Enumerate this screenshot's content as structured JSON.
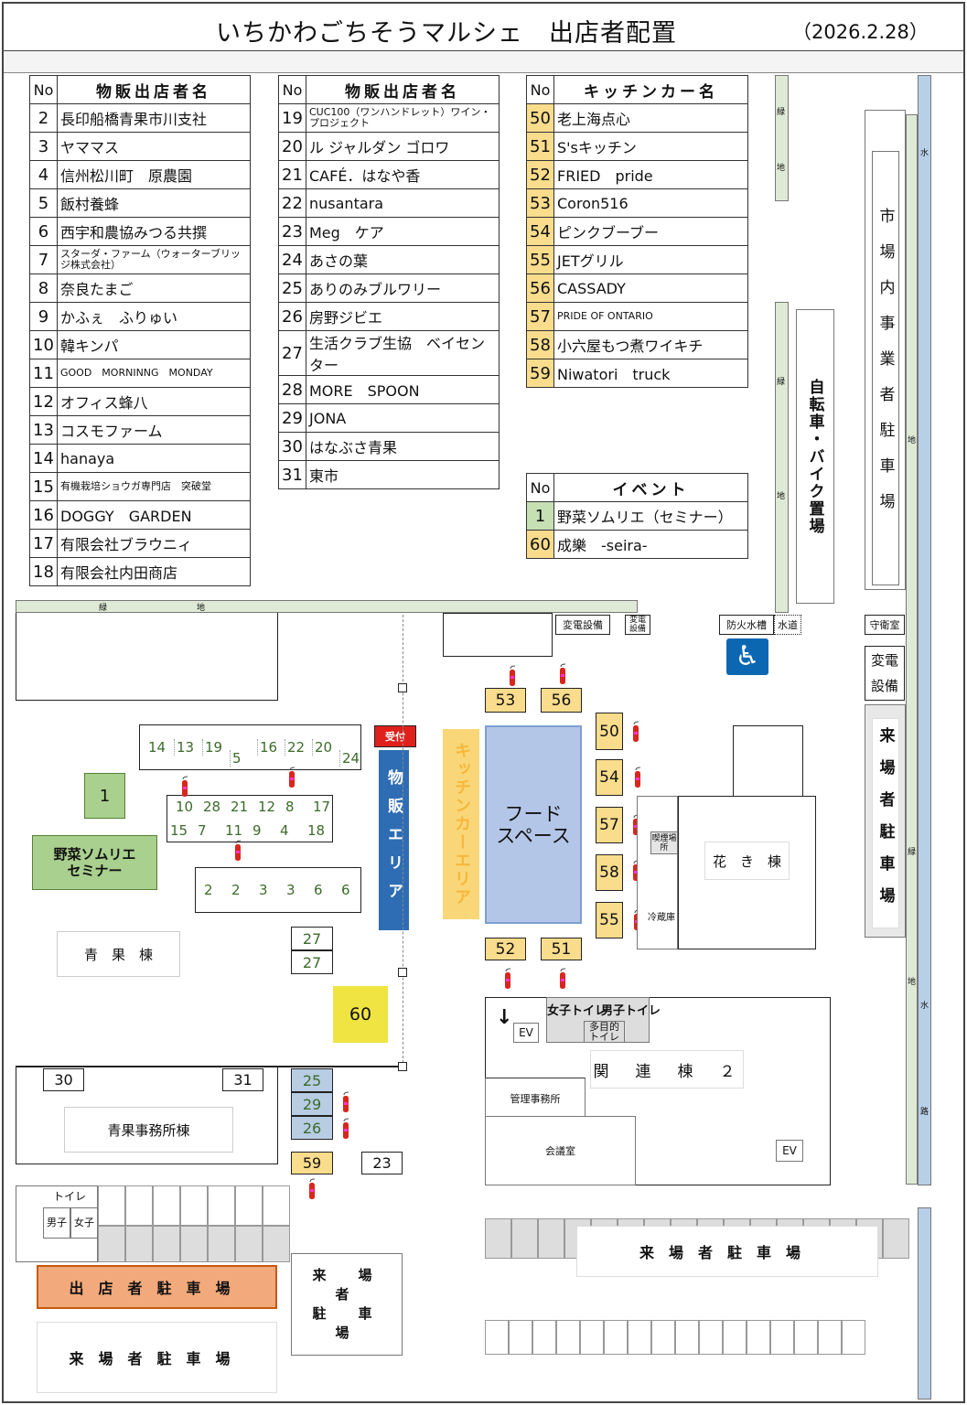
{
  "header": {
    "title": "いちかわごちそうマルシェ　出店者配置",
    "date": "（2026.2.28）"
  },
  "table1": {
    "no_header": "No",
    "name_header": "物販出店者名",
    "rows": [
      {
        "no": "2",
        "name": "長印船橋青果市川支社"
      },
      {
        "no": "3",
        "name": "ヤママス"
      },
      {
        "no": "4",
        "name": "信州松川町　原農園"
      },
      {
        "no": "5",
        "name": "飯村養蜂"
      },
      {
        "no": "6",
        "name": "西宇和農協みつる共撰"
      },
      {
        "no": "7",
        "name": "スターダ・ファーム（ウォーターブリッジ株式会社）"
      },
      {
        "no": "8",
        "name": "奈良たまご"
      },
      {
        "no": "9",
        "name": "かふぇ　ふりゅい"
      },
      {
        "no": "10",
        "name": "韓キンパ"
      },
      {
        "no": "11",
        "name": "GOOD　MORNINNG　MONDAY"
      },
      {
        "no": "12",
        "name": "オフィス蜂八"
      },
      {
        "no": "13",
        "name": "コスモファーム"
      },
      {
        "no": "14",
        "name": "hanaya"
      },
      {
        "no": "15",
        "name": "有機栽培ショウガ専門店　突破堂"
      },
      {
        "no": "16",
        "name": "DOGGY　GARDEN"
      },
      {
        "no": "17",
        "name": "有限会社ブラウニィ"
      },
      {
        "no": "18",
        "name": "有限会社内田商店"
      }
    ]
  },
  "table2": {
    "no_header": "No",
    "name_header": "物販出店者名",
    "rows": [
      {
        "no": "19",
        "name": "CUC100（ワンハンドレット）ワイン・プロジェクト"
      },
      {
        "no": "20",
        "name": "ル ジャルダン ゴロワ"
      },
      {
        "no": "21",
        "name": "CAFÉ．はなや香"
      },
      {
        "no": "22",
        "name": "nusantara"
      },
      {
        "no": "23",
        "name": "Meg　ケア"
      },
      {
        "no": "24",
        "name": "あさの葉"
      },
      {
        "no": "25",
        "name": "ありのみブルワリー"
      },
      {
        "no": "26",
        "name": "房野ジビエ"
      },
      {
        "no": "27",
        "name": "生活クラブ生協　ベイセンター"
      },
      {
        "no": "28",
        "name": "MORE　SPOON"
      },
      {
        "no": "29",
        "name": "JONA"
      },
      {
        "no": "30",
        "name": "はなぶさ青果"
      },
      {
        "no": "31",
        "name": "東市"
      }
    ]
  },
  "table3": {
    "no_header": "No",
    "name_header": "キッチンカー名",
    "rows": [
      {
        "no": "50",
        "name": "老上海点心"
      },
      {
        "no": "51",
        "name": "S'sキッチン"
      },
      {
        "no": "52",
        "name": "FRIED　pride"
      },
      {
        "no": "53",
        "name": "Coron516"
      },
      {
        "no": "54",
        "name": "ピンクブーブー"
      },
      {
        "no": "55",
        "name": "JETグリル"
      },
      {
        "no": "56",
        "name": "CASSADY"
      },
      {
        "no": "57",
        "name": "PRIDE OF ONTARIO"
      },
      {
        "no": "58",
        "name": "小六屋もつ煮ワイキチ"
      },
      {
        "no": "59",
        "name": "Niwatori　truck"
      }
    ]
  },
  "events": {
    "no_header": "No",
    "name_header": "イベント",
    "rows": [
      {
        "no": "1",
        "name": "野菜ソムリエ（セミナー）"
      },
      {
        "no": "60",
        "name": "成樂　-seira-"
      }
    ]
  },
  "map": {
    "row_a": [
      "14",
      "13",
      "19",
      "5",
      "16",
      "22",
      "20",
      "24"
    ],
    "row_b_top": [
      "10",
      "28",
      "21",
      "12",
      "8",
      "17"
    ],
    "row_b_bottom": [
      "15",
      "7",
      "11",
      "9",
      "4",
      "18"
    ],
    "row_c": [
      "2",
      "2",
      "3",
      "3",
      "6",
      "6"
    ],
    "booth_27": [
      "27",
      "27"
    ],
    "blue_booths": [
      "25",
      "29",
      "26"
    ],
    "booth_59": "59",
    "booth_23": "23",
    "booth_60": "60",
    "booth_30": "30",
    "booth_31": "31",
    "booth_1": "1",
    "seminar": "野菜ソムリエ\nセミナー",
    "kitchen": {
      "k53": "53",
      "k56": "56",
      "k50": "50",
      "k54": "54",
      "k57": "57",
      "k58": "58",
      "k55": "55",
      "k52": "52",
      "k51": "51"
    },
    "reception": "受付",
    "sales_area": "物販エリア",
    "kitchen_area": "キッチンカーエリア",
    "food_space": "フード\nスペース",
    "seika": "青　果　棟",
    "seika_office": "青果事務所棟",
    "hanaki": "花　き　棟",
    "kanren": "関　連　棟　２",
    "toilet": "トイレ",
    "male": "男子",
    "female": "女子",
    "toilet_f": "女子トイレ",
    "toilet_m": "男子トイレ",
    "toilet_multi": "多目的トイレ",
    "ev": "EV",
    "office": "管理事務所",
    "meeting": "会議室",
    "smoking": "喫煙場所",
    "cold": "冷蔵庫",
    "henden1": "変電設備",
    "henden2": "変電設備",
    "henden3": "変電設備",
    "fire_tank": "防火水槽",
    "water": "水道",
    "guard": "守衛室",
    "staff_parking": "出店者駐車場",
    "visitor_parking": "来場者駐車場",
    "visitor_parking_v": "来場者駐車場",
    "visitor_parking_small": "来　場　者\n駐　車　場",
    "market_parking": "市場内事業者駐車場",
    "bike": "自転車・バイク置場",
    "green": "緑",
    "ground": "地",
    "waterway_a": "水",
    "waterway_b": "路",
    "accessible": "accessible"
  },
  "colors": {
    "kitchen": "#f9dc8c",
    "food": "#b4c6e7",
    "sales": "#2e6db4",
    "reception": "#e0201b",
    "green": "#dfead6",
    "water": "#b8cfe8",
    "staff_parking": "#f2a97b",
    "booth60": "#f0e442"
  }
}
